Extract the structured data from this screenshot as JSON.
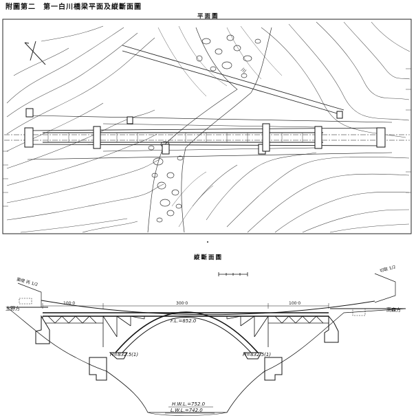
{
  "figure": {
    "title": "附圖第二　第一白川橋梁平面及縱斷面圖"
  },
  "plan_view": {
    "title": "平面圖",
    "river_name": "川"
  },
  "elevation_view": {
    "title": "縱斷面圖",
    "left_end_label": "立野方",
    "right_end_label": "高森方",
    "spans": {
      "left": "100·0",
      "center": "300·0",
      "right": "100·0"
    },
    "rail_level": "F.L.=852.0",
    "left_springing": "H=832.5(1)",
    "right_springing": "H=832.5(1)",
    "hwl": "H.W.L.=752.0",
    "lwl": "L.W.L.=742.0",
    "left_slope_note": "築堤 丙 1/2",
    "right_slope_note": "切取 1/2"
  }
}
